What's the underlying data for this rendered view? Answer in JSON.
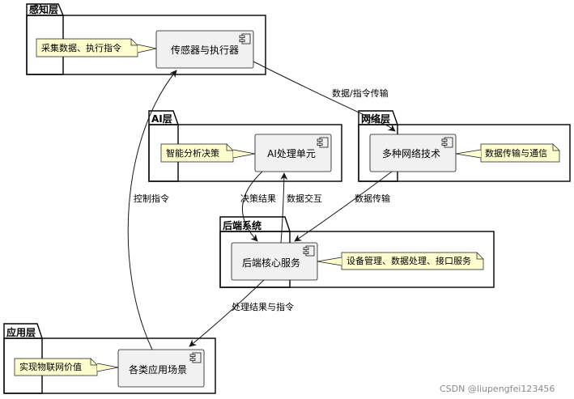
{
  "packages": {
    "perception": {
      "title": "感知层"
    },
    "ai": {
      "title": "AI层"
    },
    "network": {
      "title": "网络层"
    },
    "backend": {
      "title": "后端系统"
    },
    "application": {
      "title": "应用层"
    }
  },
  "components": {
    "sensors": "传感器与执行器",
    "ai_unit": "AI处理单元",
    "network_tech": "多种网络技术",
    "backend_core": "后端核心服务",
    "app_scenarios": "各类应用场景"
  },
  "notes": {
    "sensors": "采集数据、执行指令",
    "ai_unit": "智能分析决策",
    "network_tech": "数据传输与通信",
    "backend_core": "设备管理、数据处理、接口服务",
    "app_scenarios": "实现物联网价值"
  },
  "edges": {
    "sensors_to_network": "数据/指令传输",
    "network_to_backend": "数据传输",
    "ai_to_backend": "决策结果",
    "backend_to_ai": "数据交互",
    "backend_to_app": "处理结果与指令",
    "app_to_sensors": "控制指令"
  },
  "watermark": "CSDN @liupengfei123456",
  "colors": {
    "component_fill": "#f1f1f1",
    "component_stroke": "#181818",
    "note_fill": "#fefece",
    "package_stroke": "#000000"
  }
}
